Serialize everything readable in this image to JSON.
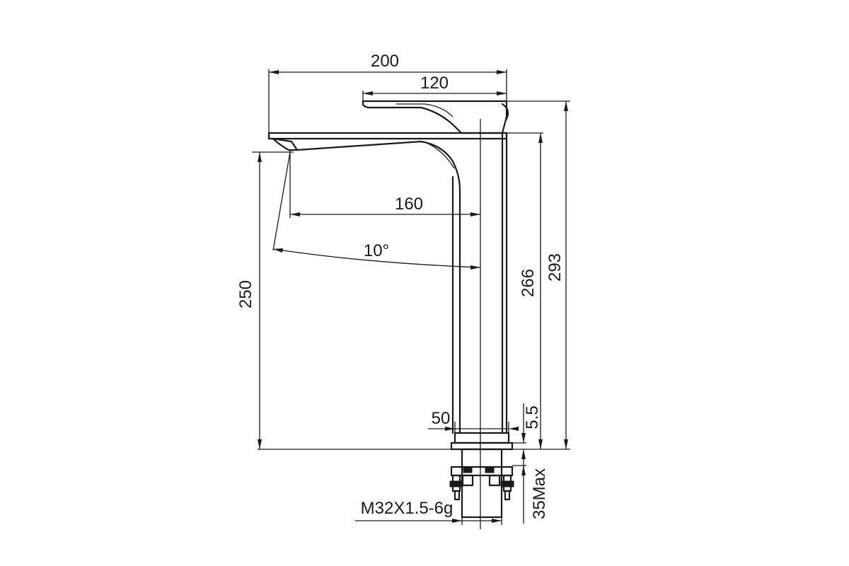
{
  "drawing": {
    "dimensions": {
      "overall_length": "200",
      "handle_length": "120",
      "spout_reach": "160",
      "spout_angle": "10°",
      "spout_height": "250",
      "body_height": "266",
      "overall_height": "293",
      "base_diameter": "50",
      "base_thickness": "5.5",
      "thread_spec": "M32X1.5-6g",
      "max_counter_thickness": "35Max"
    }
  }
}
